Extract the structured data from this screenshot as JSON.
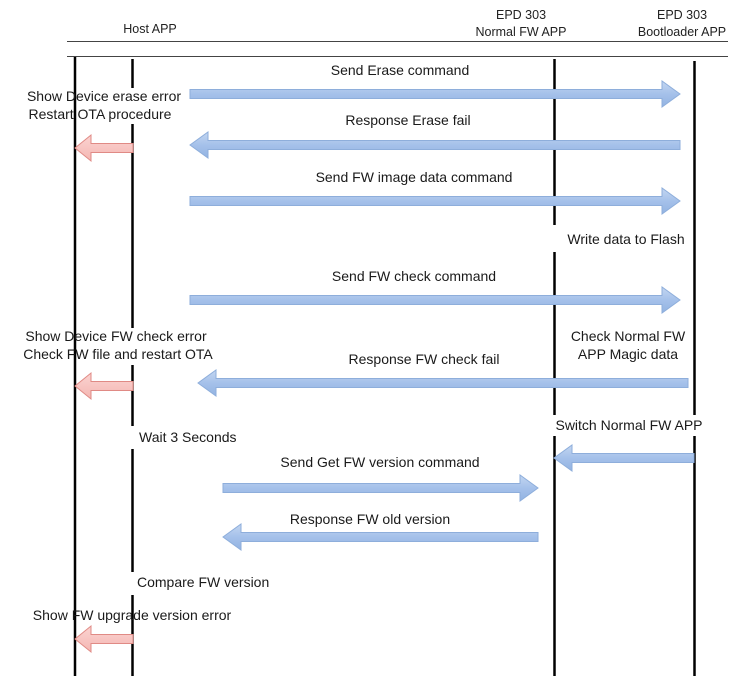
{
  "participants": [
    {
      "id": "host",
      "lines": [
        "Host  APP"
      ]
    },
    {
      "id": "normal",
      "lines": [
        "EPD 303",
        "Normal FW APP"
      ]
    },
    {
      "id": "boot",
      "lines": [
        "EPD 303",
        "Bootloader APP"
      ]
    }
  ],
  "colors": {
    "message_fill": "#a9c4ea",
    "message_stroke": "#8eaedb",
    "error_fill": "#f7c3c0",
    "error_stroke": "#e08a85",
    "lifeline": "#000000",
    "rule": "#333333"
  },
  "messages": [
    {
      "id": "send-erase",
      "label": "Send Erase command",
      "direction": "right",
      "from": "host",
      "to": "boot"
    },
    {
      "id": "response-erase-fail",
      "label": "Response  Erase fail",
      "direction": "left",
      "from": "boot",
      "to": "host"
    },
    {
      "id": "send-fw-image",
      "label": "Send FW image data command",
      "direction": "right",
      "from": "host",
      "to": "boot"
    },
    {
      "id": "send-fw-check",
      "label": "Send FW check command",
      "direction": "right",
      "from": "host",
      "to": "boot"
    },
    {
      "id": "response-fw-check-fail",
      "label": "Response  FW check  fail",
      "direction": "left",
      "from": "boot",
      "to": "host"
    },
    {
      "id": "switch-normal",
      "label": "",
      "direction": "left",
      "from": "boot",
      "to": "normal"
    },
    {
      "id": "send-get-version",
      "label": "Send Get FW version command",
      "direction": "right",
      "from": "host",
      "to": "normal"
    },
    {
      "id": "response-old-version",
      "label": "Response FW old version",
      "direction": "left",
      "from": "normal",
      "to": "host"
    }
  ],
  "error_actions": [
    {
      "id": "erase-error",
      "lines": [
        "Show Device erase error",
        "Restart OTA procedure"
      ]
    },
    {
      "id": "fw-check-error",
      "lines": [
        "Show Device FW check error",
        "Check FW file and restart OTA"
      ]
    },
    {
      "id": "version-error",
      "lines": [
        "Show FW upgrade version error"
      ]
    }
  ],
  "notes": {
    "write_flash": "Write data to Flash",
    "check_magic": [
      "Check Normal FW",
      "APP Magic data"
    ],
    "switch_normal": "Switch Normal FW APP",
    "wait": "Wait 3 Seconds",
    "compare": "Compare FW version"
  }
}
